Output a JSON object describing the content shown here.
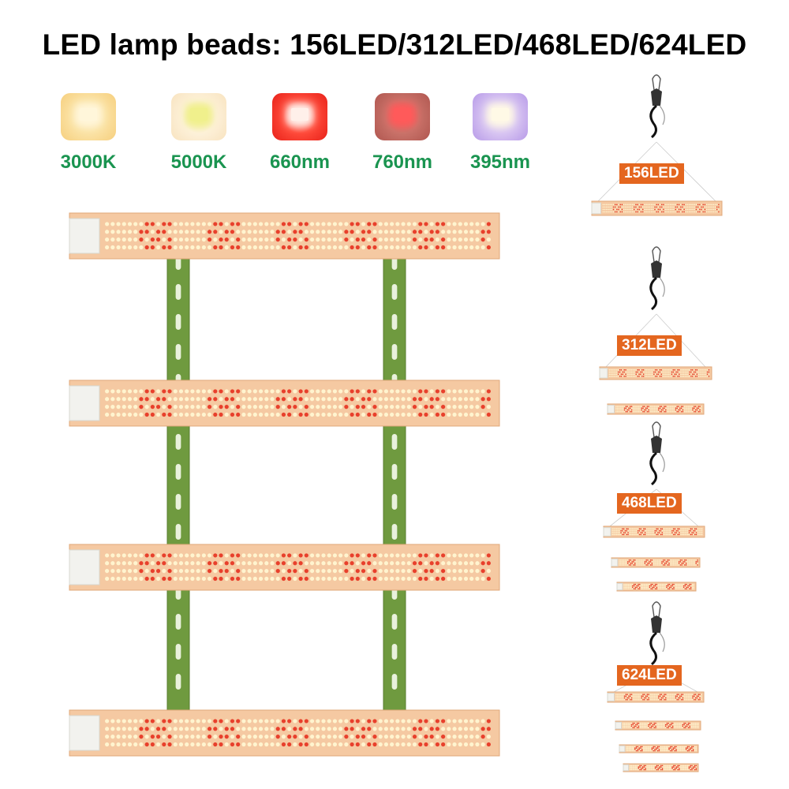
{
  "title": "LED lamp beads: 156LED/312LED/468LED/624LED",
  "swatches": [
    {
      "label": "3000K",
      "glow": "#fbe3a6",
      "edge": "#f6cf7e",
      "core": "#fff6da"
    },
    {
      "label": "5000K",
      "glow": "#fdf1da",
      "edge": "#f8e3bf",
      "core": "#f0f08c"
    },
    {
      "label": "660nm",
      "glow": "#ff4a3a",
      "edge": "#e8221a",
      "core": "#fff0ea"
    },
    {
      "label": "760nm",
      "glow": "#c9736a",
      "edge": "#b0564f",
      "core": "#ff5a5a"
    },
    {
      "label": "395nm",
      "glow": "#d9c6f2",
      "edge": "#b79ae8",
      "core": "#fff9e6"
    }
  ],
  "variants": [
    {
      "label": "156LED",
      "bars": 1
    },
    {
      "label": "312LED",
      "bars": 2
    },
    {
      "label": "468LED",
      "bars": 3
    },
    {
      "label": "624LED",
      "bars": 4
    }
  ],
  "colors": {
    "label_green": "#1a9450",
    "badge_orange": "#e4661f",
    "strip_body": "#f5c9a2",
    "rail_green": "#6f9a3f"
  }
}
